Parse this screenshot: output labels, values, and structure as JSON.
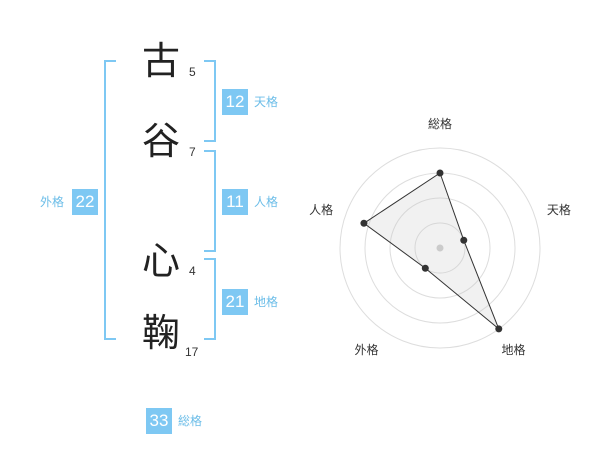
{
  "name": {
    "characters": [
      {
        "char": "古",
        "strokes": "5"
      },
      {
        "char": "谷",
        "strokes": "7"
      },
      {
        "char": "心",
        "strokes": "4"
      },
      {
        "char": "鞠",
        "strokes": "17"
      }
    ]
  },
  "fortunes": {
    "tenkaku": {
      "value": "12",
      "label": "天格"
    },
    "jinkaku": {
      "value": "11",
      "label": "人格"
    },
    "chikaku": {
      "value": "21",
      "label": "地格"
    },
    "gaikaku": {
      "value": "22",
      "label": "外格"
    },
    "soukaku": {
      "value": "33",
      "label": "総格"
    }
  },
  "colors": {
    "accent": "#7ec8f3",
    "label": "#6bbde8",
    "text": "#222222"
  },
  "chart_data": {
    "type": "radar",
    "axes": [
      "総格",
      "天格",
      "地格",
      "外格",
      "人格"
    ],
    "values": [
      0.75,
      0.25,
      1.0,
      0.25,
      0.8
    ],
    "rings": 4,
    "grid": true
  }
}
